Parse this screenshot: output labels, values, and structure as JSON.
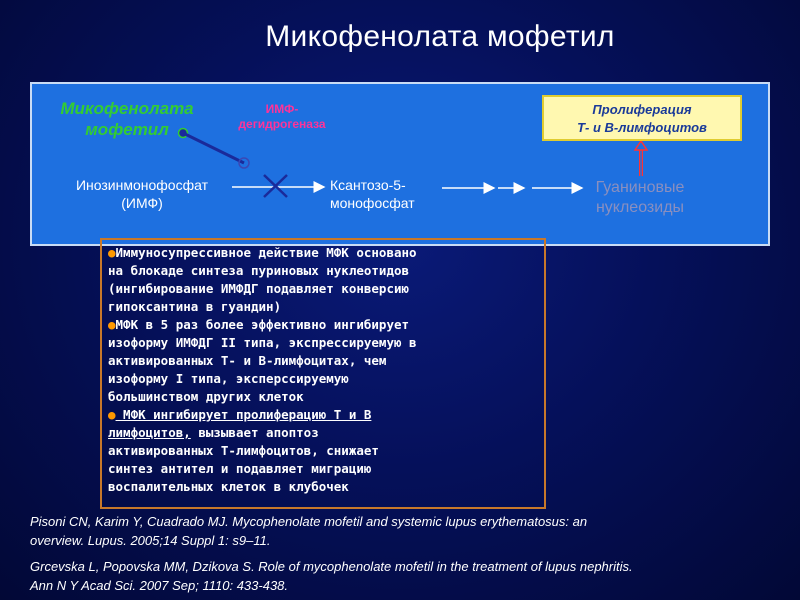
{
  "title": "Микофенолата мофетил",
  "diagram": {
    "drug": [
      "Микофенолата",
      "мофетил"
    ],
    "enzyme": [
      "ИМФ-",
      "дегидрогеназа"
    ],
    "imp": [
      "Инозинмонофосфат",
      "(ИМФ)"
    ],
    "xmp": [
      "Ксантозо-5-",
      "монофосфат"
    ],
    "guanine": [
      "Гуаниновые",
      "нуклеозиды"
    ],
    "proliferation": [
      "Пролиферация",
      "Т- и В-лимфоцитов"
    ]
  },
  "bullets": {
    "b1": [
      "Иммуносупрессивное действие МФК основано",
      "на блокаде синтеза пуриновых нуклеотидов",
      "(ингибирование ИМФДГ подавляет конверсию",
      "гипоксантина в гуандин)"
    ],
    "b2": [
      "МФК в 5 раз более эффективно ингибирует",
      "изоформу ИМФДГ II типа, экспрессируемую в",
      "активированных Т- и В-лимфоцитах, чем",
      "изоформу I типа, эксперссируемую",
      "большинством других клеток"
    ],
    "b3_underlined_1": " МФК ингибирует пролиферацию Т и В",
    "b3_underlined_2": "лимфоцитов,",
    "b3_rest_1": " вызывает апоптоз",
    "b3_lines": [
      "активированных Т-лимфоцитов, снижает",
      "синтез антител и подавляет миграцию",
      "воспалительных клеток в клубочек"
    ]
  },
  "references": [
    [
      "Pisoni CN, Karim Y, Cuadrado MJ. Mycophenolate mofetil and systemic lupus erythematosus: an",
      "overview. Lupus. 2005;14 Suppl 1: s9–11."
    ],
    [
      "Grcevska L, Popovska MM, Dzikova S. Role of mycophenolate mofetil in the treatment of lupus nephritis.",
      "Ann N Y Acad Sci. 2007 Sep; 1110: 433-438."
    ]
  ]
}
